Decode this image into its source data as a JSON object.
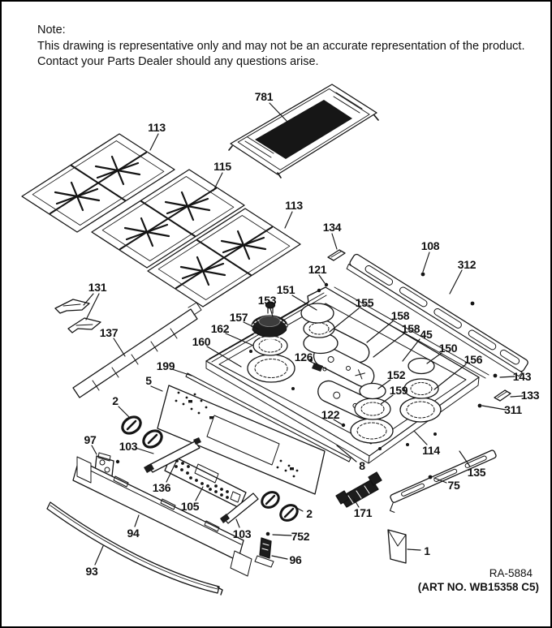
{
  "note": {
    "heading": "Note:",
    "line1": "This drawing is representative only and may not be an accurate representation of the product.",
    "line2": "Contact your Parts Dealer should any questions arise."
  },
  "footer": {
    "reference": "RA-5884",
    "art_no": "(ART NO. WB15358 C5)"
  },
  "colors": {
    "line": "#141414",
    "background": "#ffffff"
  },
  "callouts": [
    {
      "label": "781"
    },
    {
      "label": "113"
    },
    {
      "label": "115"
    },
    {
      "label": "113"
    },
    {
      "label": "134"
    },
    {
      "label": "108"
    },
    {
      "label": "312"
    },
    {
      "label": "121"
    },
    {
      "label": "151"
    },
    {
      "label": "153"
    },
    {
      "label": "155"
    },
    {
      "label": "157"
    },
    {
      "label": "158"
    },
    {
      "label": "158"
    },
    {
      "label": "45"
    },
    {
      "label": "162"
    },
    {
      "label": "150"
    },
    {
      "label": "160"
    },
    {
      "label": "126"
    },
    {
      "label": "156"
    },
    {
      "label": "143"
    },
    {
      "label": "199"
    },
    {
      "label": "152"
    },
    {
      "label": "133"
    },
    {
      "label": "5"
    },
    {
      "label": "159"
    },
    {
      "label": "311"
    },
    {
      "label": "2"
    },
    {
      "label": "122"
    },
    {
      "label": "97"
    },
    {
      "label": "103"
    },
    {
      "label": "114"
    },
    {
      "label": "8"
    },
    {
      "label": "135"
    },
    {
      "label": "136"
    },
    {
      "label": "75"
    },
    {
      "label": "105"
    },
    {
      "label": "171"
    },
    {
      "label": "2"
    },
    {
      "label": "103"
    },
    {
      "label": "94"
    },
    {
      "label": "752"
    },
    {
      "label": "96"
    },
    {
      "label": "93"
    },
    {
      "label": "1"
    },
    {
      "label": "131"
    },
    {
      "label": "137"
    }
  ]
}
